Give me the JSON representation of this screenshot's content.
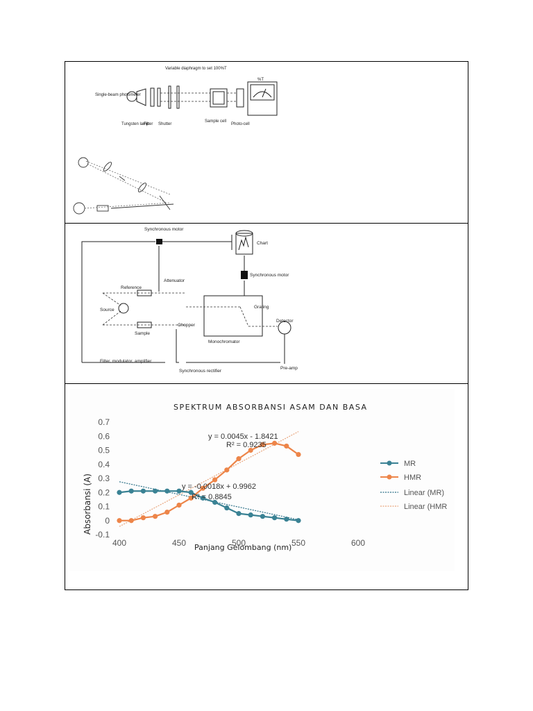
{
  "diagram1": {
    "labels": {
      "variable_diaphragm": "Variable diaphragm to set 100%T",
      "percent_t": "%T",
      "single_beam": "Single-beam photometer",
      "tungsten_lamp": "Tungsten lamp",
      "filter": "Filter",
      "shutter": "Shutter",
      "sample_cell": "Sample cell",
      "photo_cell": "Photo-cell"
    }
  },
  "diagram3": {
    "labels": {
      "synchronous_motor_top": "Synchronous motor",
      "chart": "Chart",
      "synchronous_motor_right": "Synchronous motor",
      "attenuator": "Attenuator",
      "reference": "Reference",
      "source": "Source",
      "chopper": "Chopper",
      "sample": "Sample",
      "grating": "Grating",
      "detector": "Detector",
      "monochromator": "Monochromator",
      "filter_amp": "Filter, modulator, amplifier",
      "sync_rectifier": "Synchronous rectifier",
      "preamp": "Pre-amp"
    }
  },
  "chart": {
    "title": "SPEKTRUM ABSORBANSI ASAM DAN BASA",
    "ylabel": "Absorbansi (A)",
    "xlabel": "Panjang Gelombang (nm)",
    "eq_hmr": "y = 0.0045x - 1.8421",
    "r2_hmr": "R² = 0.9235",
    "eq_mr": "y = -0.0018x + 0.9962",
    "r2_mr": "R² = 0.8845",
    "legend": [
      "MR",
      "HMR",
      "Linear (MR)",
      "Linear (HMR"
    ],
    "colors": {
      "mr": "#3a8294",
      "hmr": "#ed8549",
      "mr_trend": "#2a6f86",
      "hmr_trend": "#e9a57c"
    }
  },
  "chart_data": {
    "type": "line",
    "title": "SPEKTRUM ABSORBANSI ASAM DAN BASA",
    "xlabel": "Panjang Gelombang (nm)",
    "ylabel": "Absorbansi (A)",
    "xlim": [
      400,
      600
    ],
    "ylim": [
      -0.1,
      0.7
    ],
    "xticks": [
      400,
      450,
      500,
      550,
      600
    ],
    "yticks": [
      -0.1,
      0,
      0.1,
      0.2,
      0.3,
      0.4,
      0.5,
      0.6,
      0.7
    ],
    "x": [
      400,
      410,
      420,
      430,
      440,
      450,
      460,
      470,
      480,
      490,
      500,
      510,
      520,
      530,
      540,
      550
    ],
    "series": [
      {
        "name": "MR",
        "values": [
          0.2,
          0.21,
          0.21,
          0.21,
          0.21,
          0.21,
          0.2,
          0.16,
          0.13,
          0.09,
          0.05,
          0.04,
          0.03,
          0.02,
          0.01,
          0.0
        ]
      },
      {
        "name": "HMR",
        "values": [
          0.0,
          0.0,
          0.02,
          0.03,
          0.06,
          0.11,
          0.16,
          0.23,
          0.29,
          0.36,
          0.44,
          0.5,
          0.54,
          0.55,
          0.53,
          0.47
        ]
      }
    ],
    "trendlines": [
      {
        "name": "Linear (MR)",
        "slope": -0.0018,
        "intercept": 0.9962
      },
      {
        "name": "Linear (HMR",
        "slope": 0.0045,
        "intercept": -1.8421
      }
    ],
    "legend_position": "right"
  }
}
